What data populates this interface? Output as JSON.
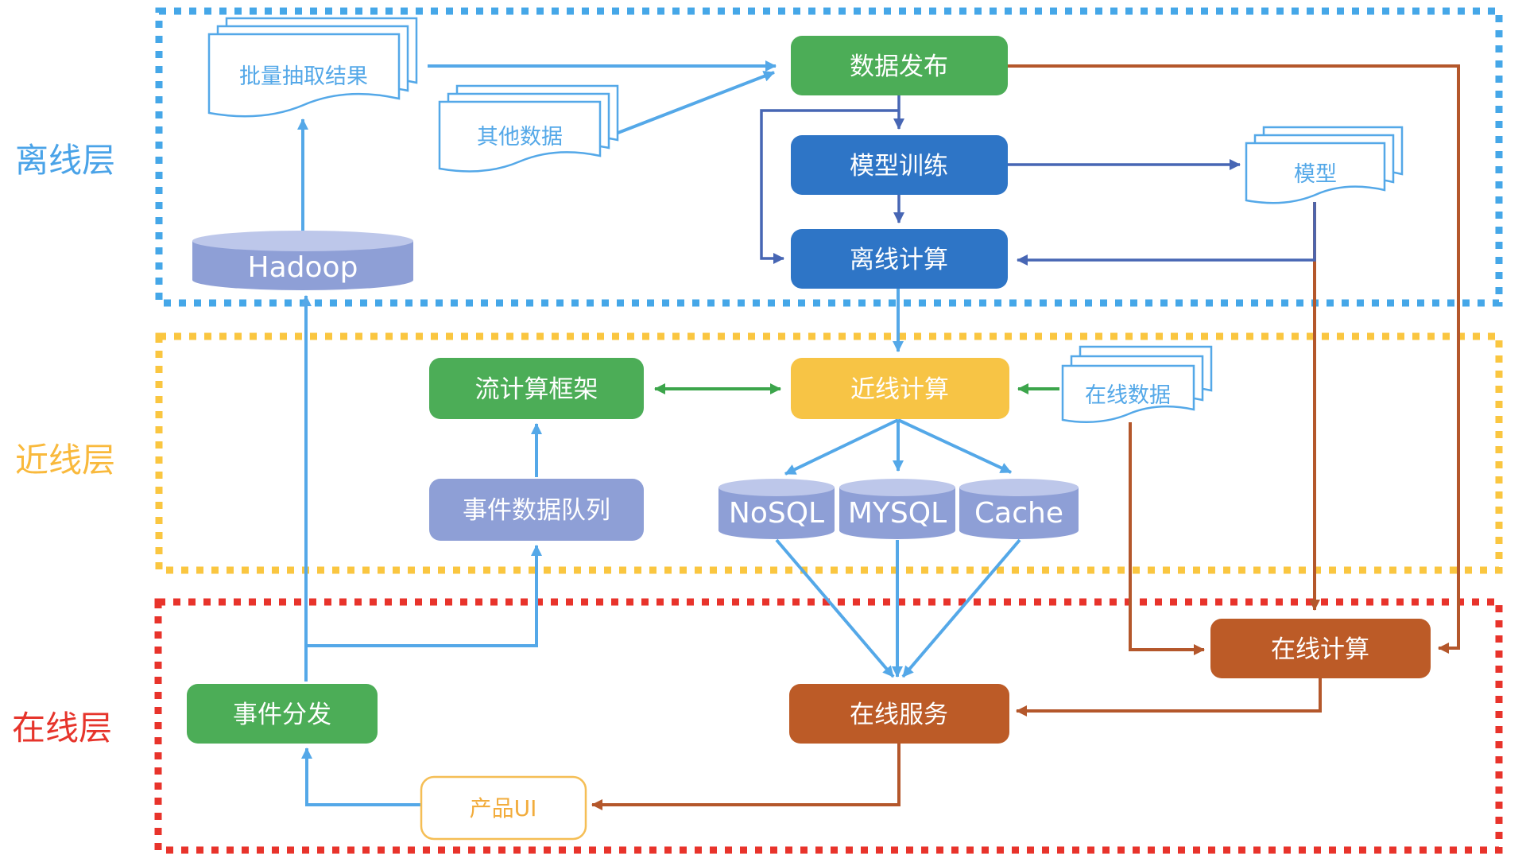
{
  "layers": {
    "offline": {
      "label": "离线层",
      "border_color": "#45A7E8",
      "label_color": "#4AA3E8"
    },
    "nearline": {
      "label": "近线层",
      "border_color": "#FAC640",
      "label_color": "#F9B93C"
    },
    "online": {
      "label": "在线层",
      "border_color": "#E8332B",
      "label_color": "#E6342B"
    }
  },
  "nodes": {
    "batch_doc": {
      "label": "批量抽取结果",
      "type": "document"
    },
    "other_doc": {
      "label": "其他数据",
      "type": "document"
    },
    "model_doc": {
      "label": "模型",
      "type": "document"
    },
    "online_data_doc": {
      "label": "在线数据",
      "type": "document"
    },
    "publish": {
      "label": "数据发布",
      "fill": "#4CAD57"
    },
    "train": {
      "label": "模型训练",
      "fill": "#2E75C6"
    },
    "offline_calc": {
      "label": "离线计算",
      "fill": "#2E75C6"
    },
    "stream": {
      "label": "流计算框架",
      "fill": "#4CAD57"
    },
    "near_calc": {
      "label": "近线计算",
      "fill": "#F7C445"
    },
    "event_queue": {
      "label": "事件数据队列",
      "fill": "#8E9FD6"
    },
    "hadoop": {
      "label": "Hadoop",
      "fill": "#8E9FD6"
    },
    "nosql": {
      "label": "NoSQL",
      "fill": "#8E9FD6"
    },
    "mysql": {
      "label": "MYSQL",
      "fill": "#8E9FD6"
    },
    "cache": {
      "label": "Cache",
      "fill": "#8E9FD6"
    },
    "online_calc": {
      "label": "在线计算",
      "fill": "#BC5B27"
    },
    "online_service": {
      "label": "在线服务",
      "fill": "#BC5B27"
    },
    "event_dispatch": {
      "label": "事件分发",
      "fill": "#4CAD57"
    },
    "product_ui": {
      "label": "产品UI",
      "fill": "#FFFFFF",
      "border": "#F5BE55",
      "text_color": "#F2AC3C"
    }
  },
  "line_colors": {
    "light_blue": "#54A8E8",
    "dark_blue": "#4766B4",
    "green": "#3CA54B",
    "brown": "#B4572B"
  },
  "colors": {
    "cylinder_top": "#BDC7EA"
  }
}
